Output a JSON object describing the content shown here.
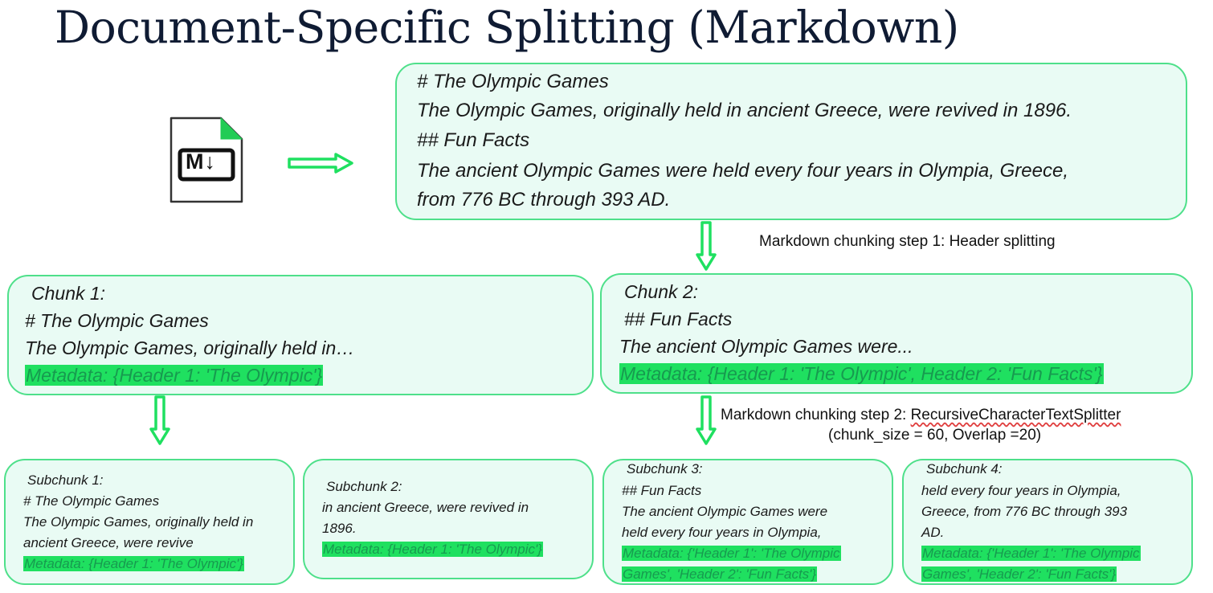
{
  "title": "Document-Specific Splitting (Markdown)",
  "file_icon": {
    "icon": "markdown-file-icon",
    "label": "M↓"
  },
  "source": {
    "lines": [
      "# The Olympic Games",
      "The Olympic Games, originally held in ancient Greece, were revived in 1896.",
      "## Fun Facts",
      "The ancient Olympic Games were held every four years in Olympia, Greece,",
      "from 776 BC through 393 AD."
    ]
  },
  "step1": {
    "text": "Markdown chunking step 1: Header splitting"
  },
  "step2": {
    "prefix": "Markdown chunking step 2: ",
    "splitter": "RecursiveCharacterTextSplitter",
    "params": "(chunk_size = 60, Overlap =20)"
  },
  "chunks": [
    {
      "label": "Chunk 1:",
      "lines": [
        "# The Olympic Games",
        "The Olympic Games, originally held in…"
      ],
      "metadata": "Metadata: {Header 1: 'The Olympic'}"
    },
    {
      "label": "Chunk 2:",
      "lines": [
        "## Fun Facts",
        "The ancient Olympic Games were..."
      ],
      "metadata": "Metadata: {Header 1: 'The Olympic', Header 2: 'Fun Facts'}"
    }
  ],
  "subchunks": [
    {
      "label": "Subchunk 1:",
      "lines": [
        "# The Olympic Games",
        "The Olympic Games, originally held in",
        "ancient Greece, were revive"
      ],
      "metadata": [
        "Metadata: {Header 1: 'The Olympic'}"
      ]
    },
    {
      "label": "Subchunk 2:",
      "lines": [
        "in ancient Greece, were revived in",
        "1896."
      ],
      "metadata": [
        "Metadata: {Header 1: 'The Olympic'}"
      ]
    },
    {
      "label": "Subchunk 3:",
      "lines": [
        "## Fun Facts",
        "The ancient Olympic Games were",
        "held every four years in Olympia,"
      ],
      "metadata": [
        "Metadata: {'Header 1': 'The Olympic",
        "Games', 'Header 2': 'Fun Facts'}"
      ]
    },
    {
      "label": "Subchunk 4:",
      "lines": [
        "held every four years in Olympia,",
        "Greece, from 776 BC through 393",
        "AD."
      ],
      "metadata": [
        "Metadata: {'Header 1': 'The Olympic",
        "Games', 'Header 2': 'Fun Facts'}"
      ]
    }
  ],
  "colors": {
    "box_fill": "#e9fbf4",
    "box_border": "#4ee08a",
    "arrow": "#1fe060",
    "highlight": "#1fe060",
    "title": "#0f1b33"
  }
}
